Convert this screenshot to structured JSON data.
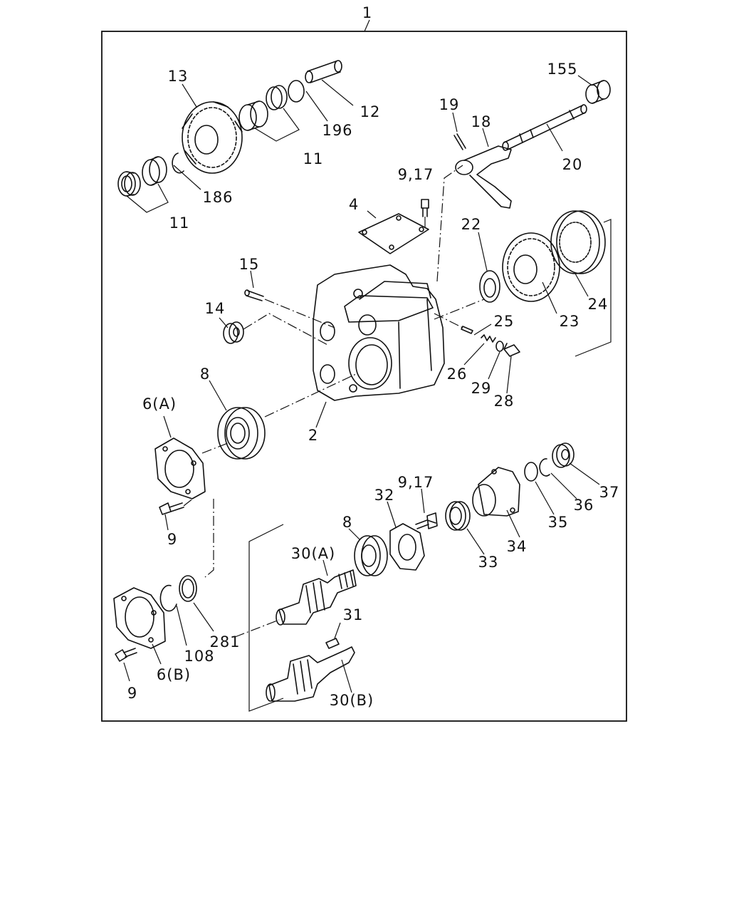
{
  "labels": {
    "l1": "1",
    "l2": "2",
    "l4": "4",
    "l6a": "6(A)",
    "l6b": "6(B)",
    "l8a": "8",
    "l8b": "8",
    "l9a": "9",
    "l9b": "9",
    "l9_17a": "9,17",
    "l9_17b": "9,17",
    "l11a": "11",
    "l11b": "11",
    "l12": "12",
    "l13": "13",
    "l14": "14",
    "l15": "15",
    "l18": "18",
    "l19": "19",
    "l20": "20",
    "l22": "22",
    "l23": "23",
    "l24": "24",
    "l25": "25",
    "l26": "26",
    "l28": "28",
    "l29": "29",
    "l30a": "30(A)",
    "l30b": "30(B)",
    "l31": "31",
    "l32": "32",
    "l33": "33",
    "l34": "34",
    "l35": "35",
    "l36": "36",
    "l37": "37",
    "l108": "108",
    "l155": "155",
    "l186": "186",
    "l196": "196",
    "l281": "281"
  }
}
